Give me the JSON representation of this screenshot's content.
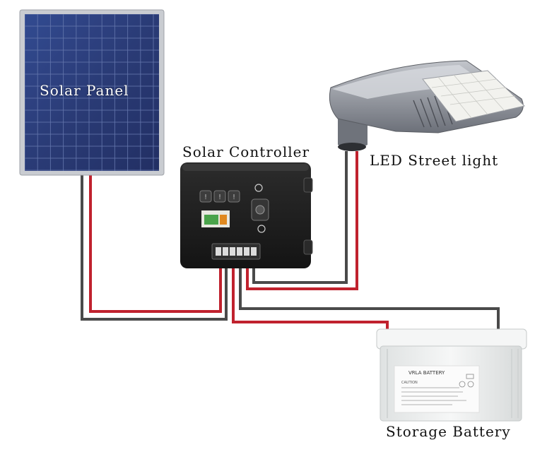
{
  "labels": {
    "solar_panel": "Solar Panel",
    "solar_controller": "Solar Controller",
    "led_street_light": "LED Street light",
    "storage_battery": "Storage Battery"
  },
  "battery": {
    "title": "VRLA BATTERY",
    "caution": "CAUTION"
  },
  "controller": {
    "indicators": [
      "!",
      "!",
      "!"
    ]
  },
  "colors": {
    "positive_wire": "#c0222e",
    "negative_wire": "#4a4a4a",
    "panel_cells": "#1d2f6e",
    "panel_frame": "#c9ccd1",
    "controller_body": "#1e1e1e",
    "battery_body": "#eceeee",
    "lamp_body": "#8c8f96",
    "led_grid": "#f2f2ee"
  },
  "icons": {
    "controller_sun": "sun-icon",
    "controller_bulb": "bulb-icon",
    "battery_terminal": "battery-terminal-icon"
  }
}
